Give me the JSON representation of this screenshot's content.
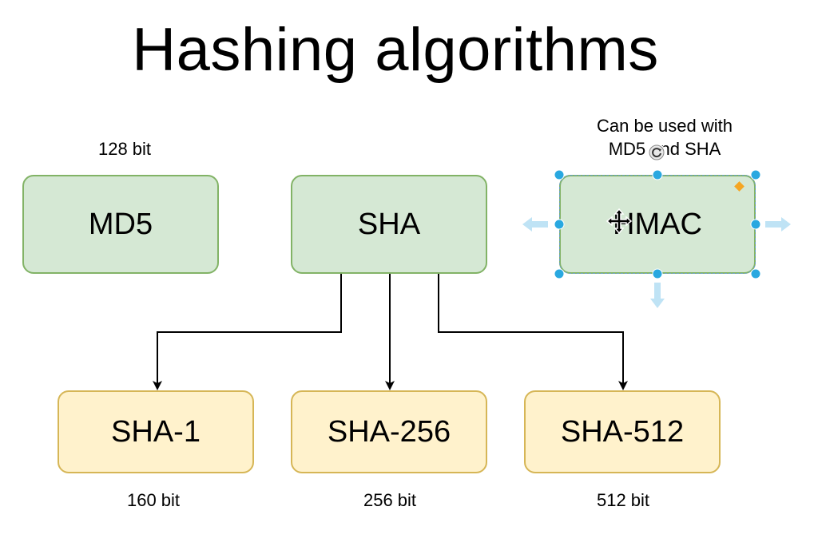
{
  "title": "Hashing algorithms",
  "nodes": {
    "md5": {
      "label": "MD5",
      "caption": "128 bit"
    },
    "sha": {
      "label": "SHA"
    },
    "hmac": {
      "label": "HMAC",
      "caption_line1": "Can be used with",
      "caption_line2": "MD5 and SHA"
    },
    "sha1": {
      "label": "SHA-1",
      "caption": "160 bit"
    },
    "sha256": {
      "label": "SHA-256",
      "caption": "256 bit"
    },
    "sha512": {
      "label": "SHA-512",
      "caption": "512 bit"
    }
  },
  "colors": {
    "green_fill": "#d5e8d4",
    "green_stroke": "#82b366",
    "yellow_fill": "#fff2cc",
    "yellow_stroke": "#d6b656",
    "selection_handle": "#29a8e0",
    "hint_arrow": "#bfe3f5",
    "corner_diamond": "#f5a623"
  },
  "icons": {
    "rotate": "rotate-icon",
    "move": "move-cursor-icon",
    "handle": "resize-handle-icon"
  }
}
